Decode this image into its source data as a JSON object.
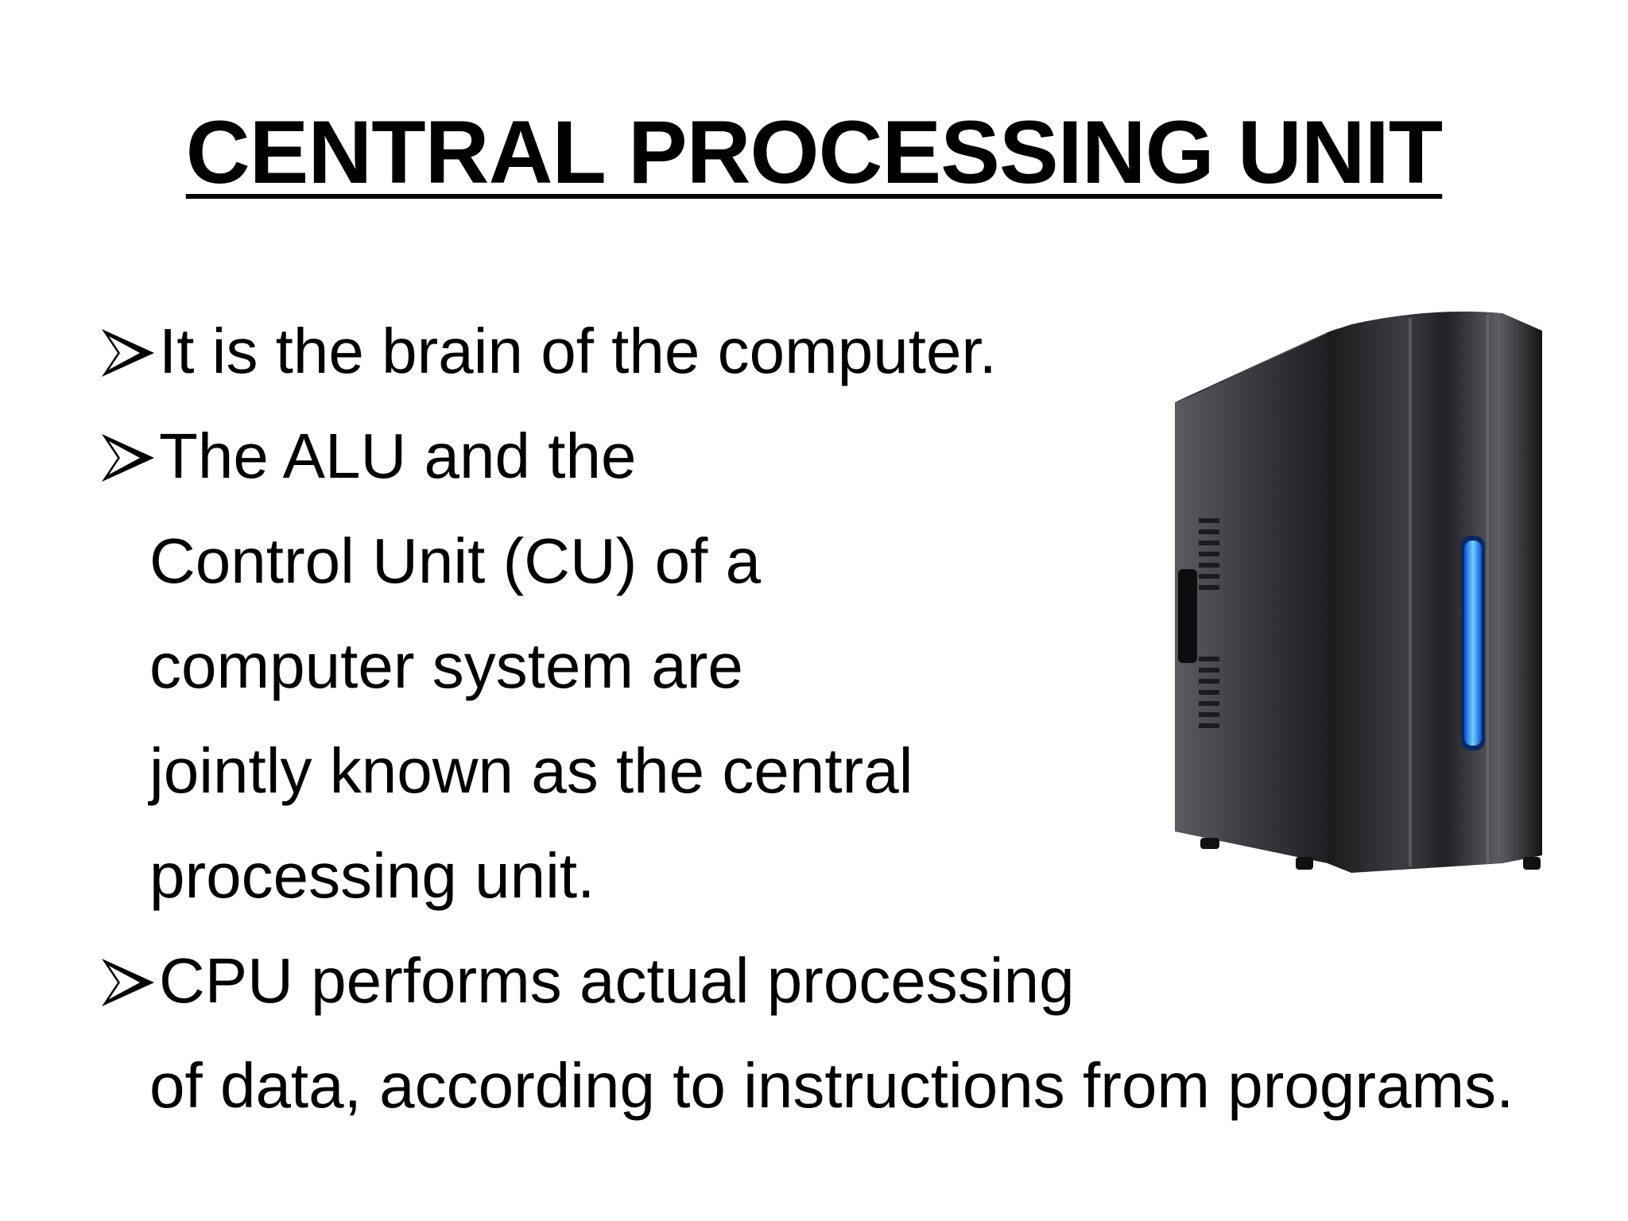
{
  "slide": {
    "title": "CENTRAL PROCESSING UNIT",
    "bullets": [
      {
        "lines": [
          "It is the brain of the computer."
        ]
      },
      {
        "lines": [
          "The ALU and the",
          "Control Unit (CU) of a",
          "computer system are",
          "jointly known as the central",
          "processing unit."
        ]
      },
      {
        "lines": [
          "CPU performs actual processing",
          "of data, according to instructions from programs."
        ]
      }
    ],
    "image": {
      "icon": "computer-tower-icon",
      "accent_color": "#2f9bff",
      "body_color": "#2a2a2d"
    }
  }
}
